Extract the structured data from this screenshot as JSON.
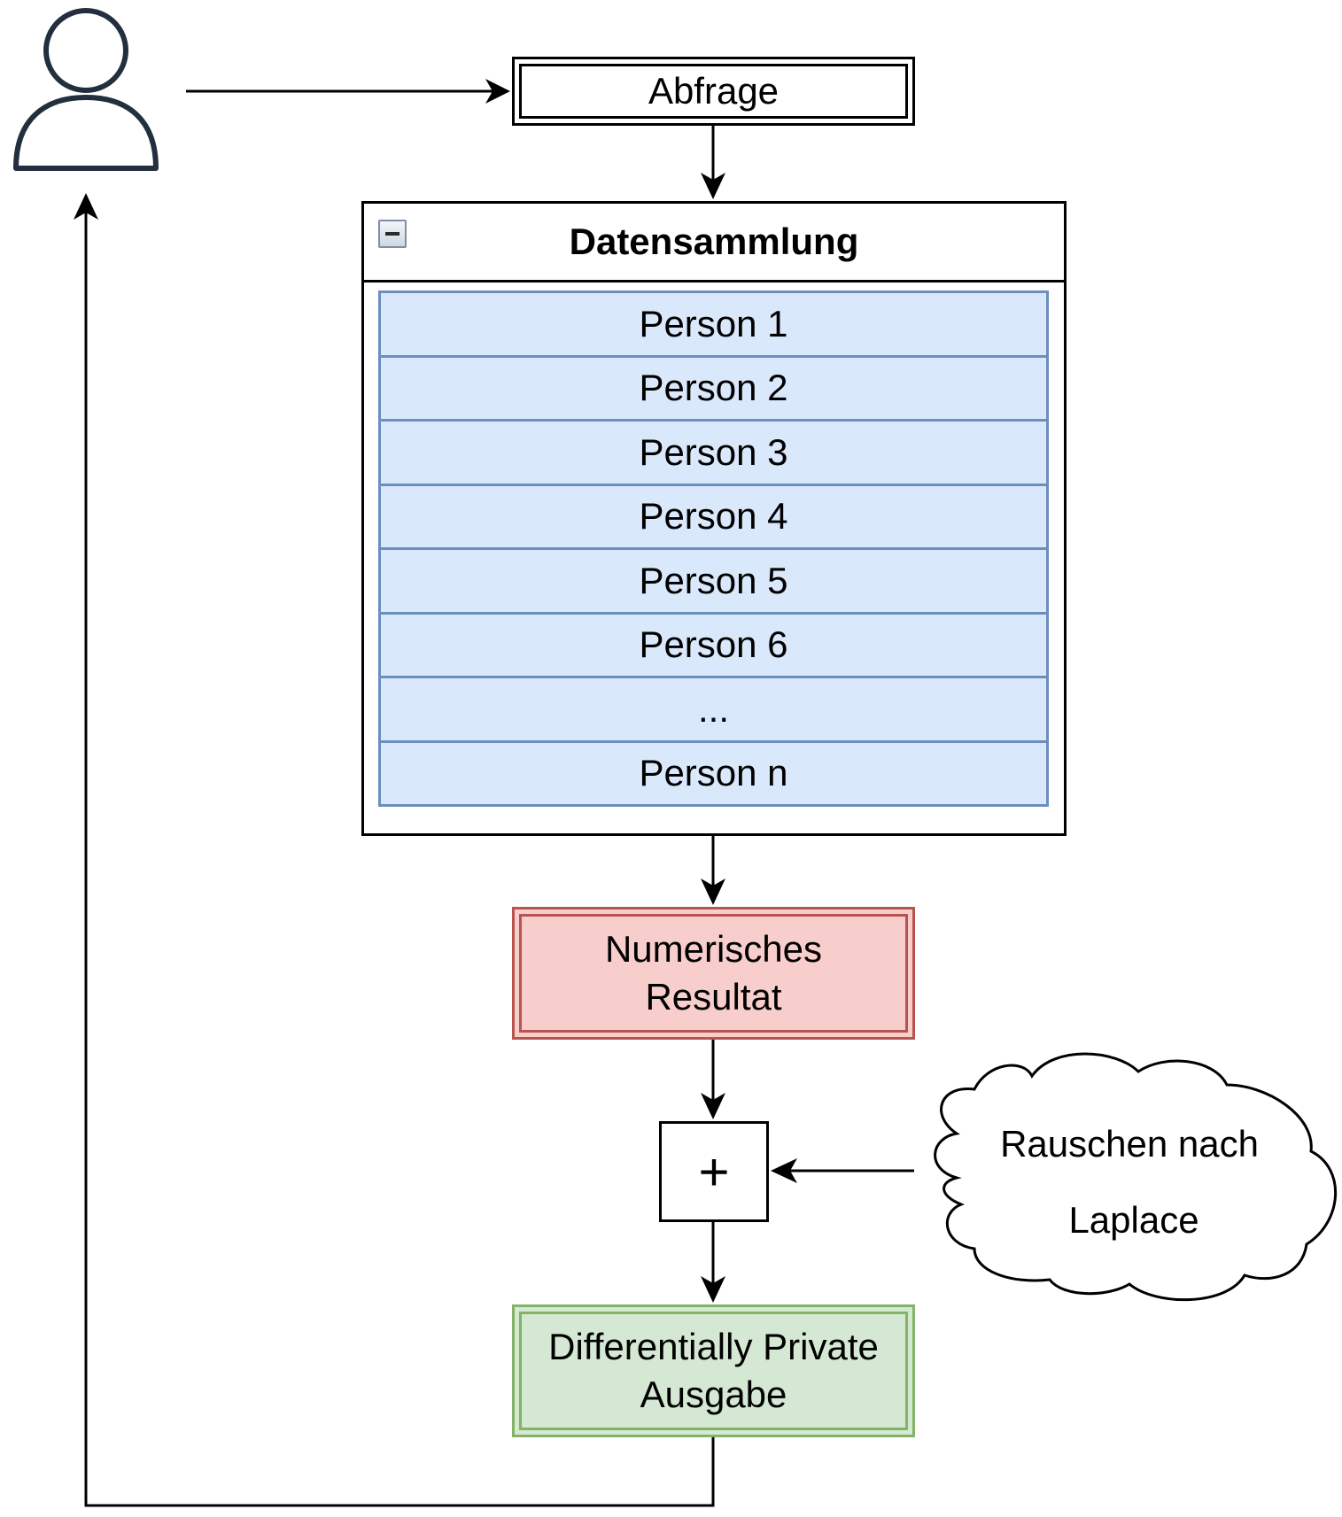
{
  "query": {
    "label": "Abfrage"
  },
  "collection": {
    "title": "Datensammlung",
    "rows": [
      "Person 1",
      "Person 2",
      "Person 3",
      "Person 4",
      "Person 5",
      "Person 6",
      "...",
      "Person n"
    ]
  },
  "result": {
    "line1": "Numerisches",
    "line2": "Resultat"
  },
  "operator": {
    "symbol": "+"
  },
  "noise": {
    "line1": "Rauschen nach",
    "line2": "Laplace"
  },
  "output": {
    "line1": "Differentially Private",
    "line2": "Ausgabe"
  },
  "colors": {
    "row_fill": "#dae8fc",
    "row_stroke": "#6c8ebf",
    "result_fill": "#f8cecc",
    "result_stroke": "#b85450",
    "output_fill": "#d5e8d4",
    "output_stroke": "#82b366",
    "user_icon": "#232f3e"
  },
  "icons": {
    "user": "user-icon",
    "collapse": "minus-icon"
  }
}
